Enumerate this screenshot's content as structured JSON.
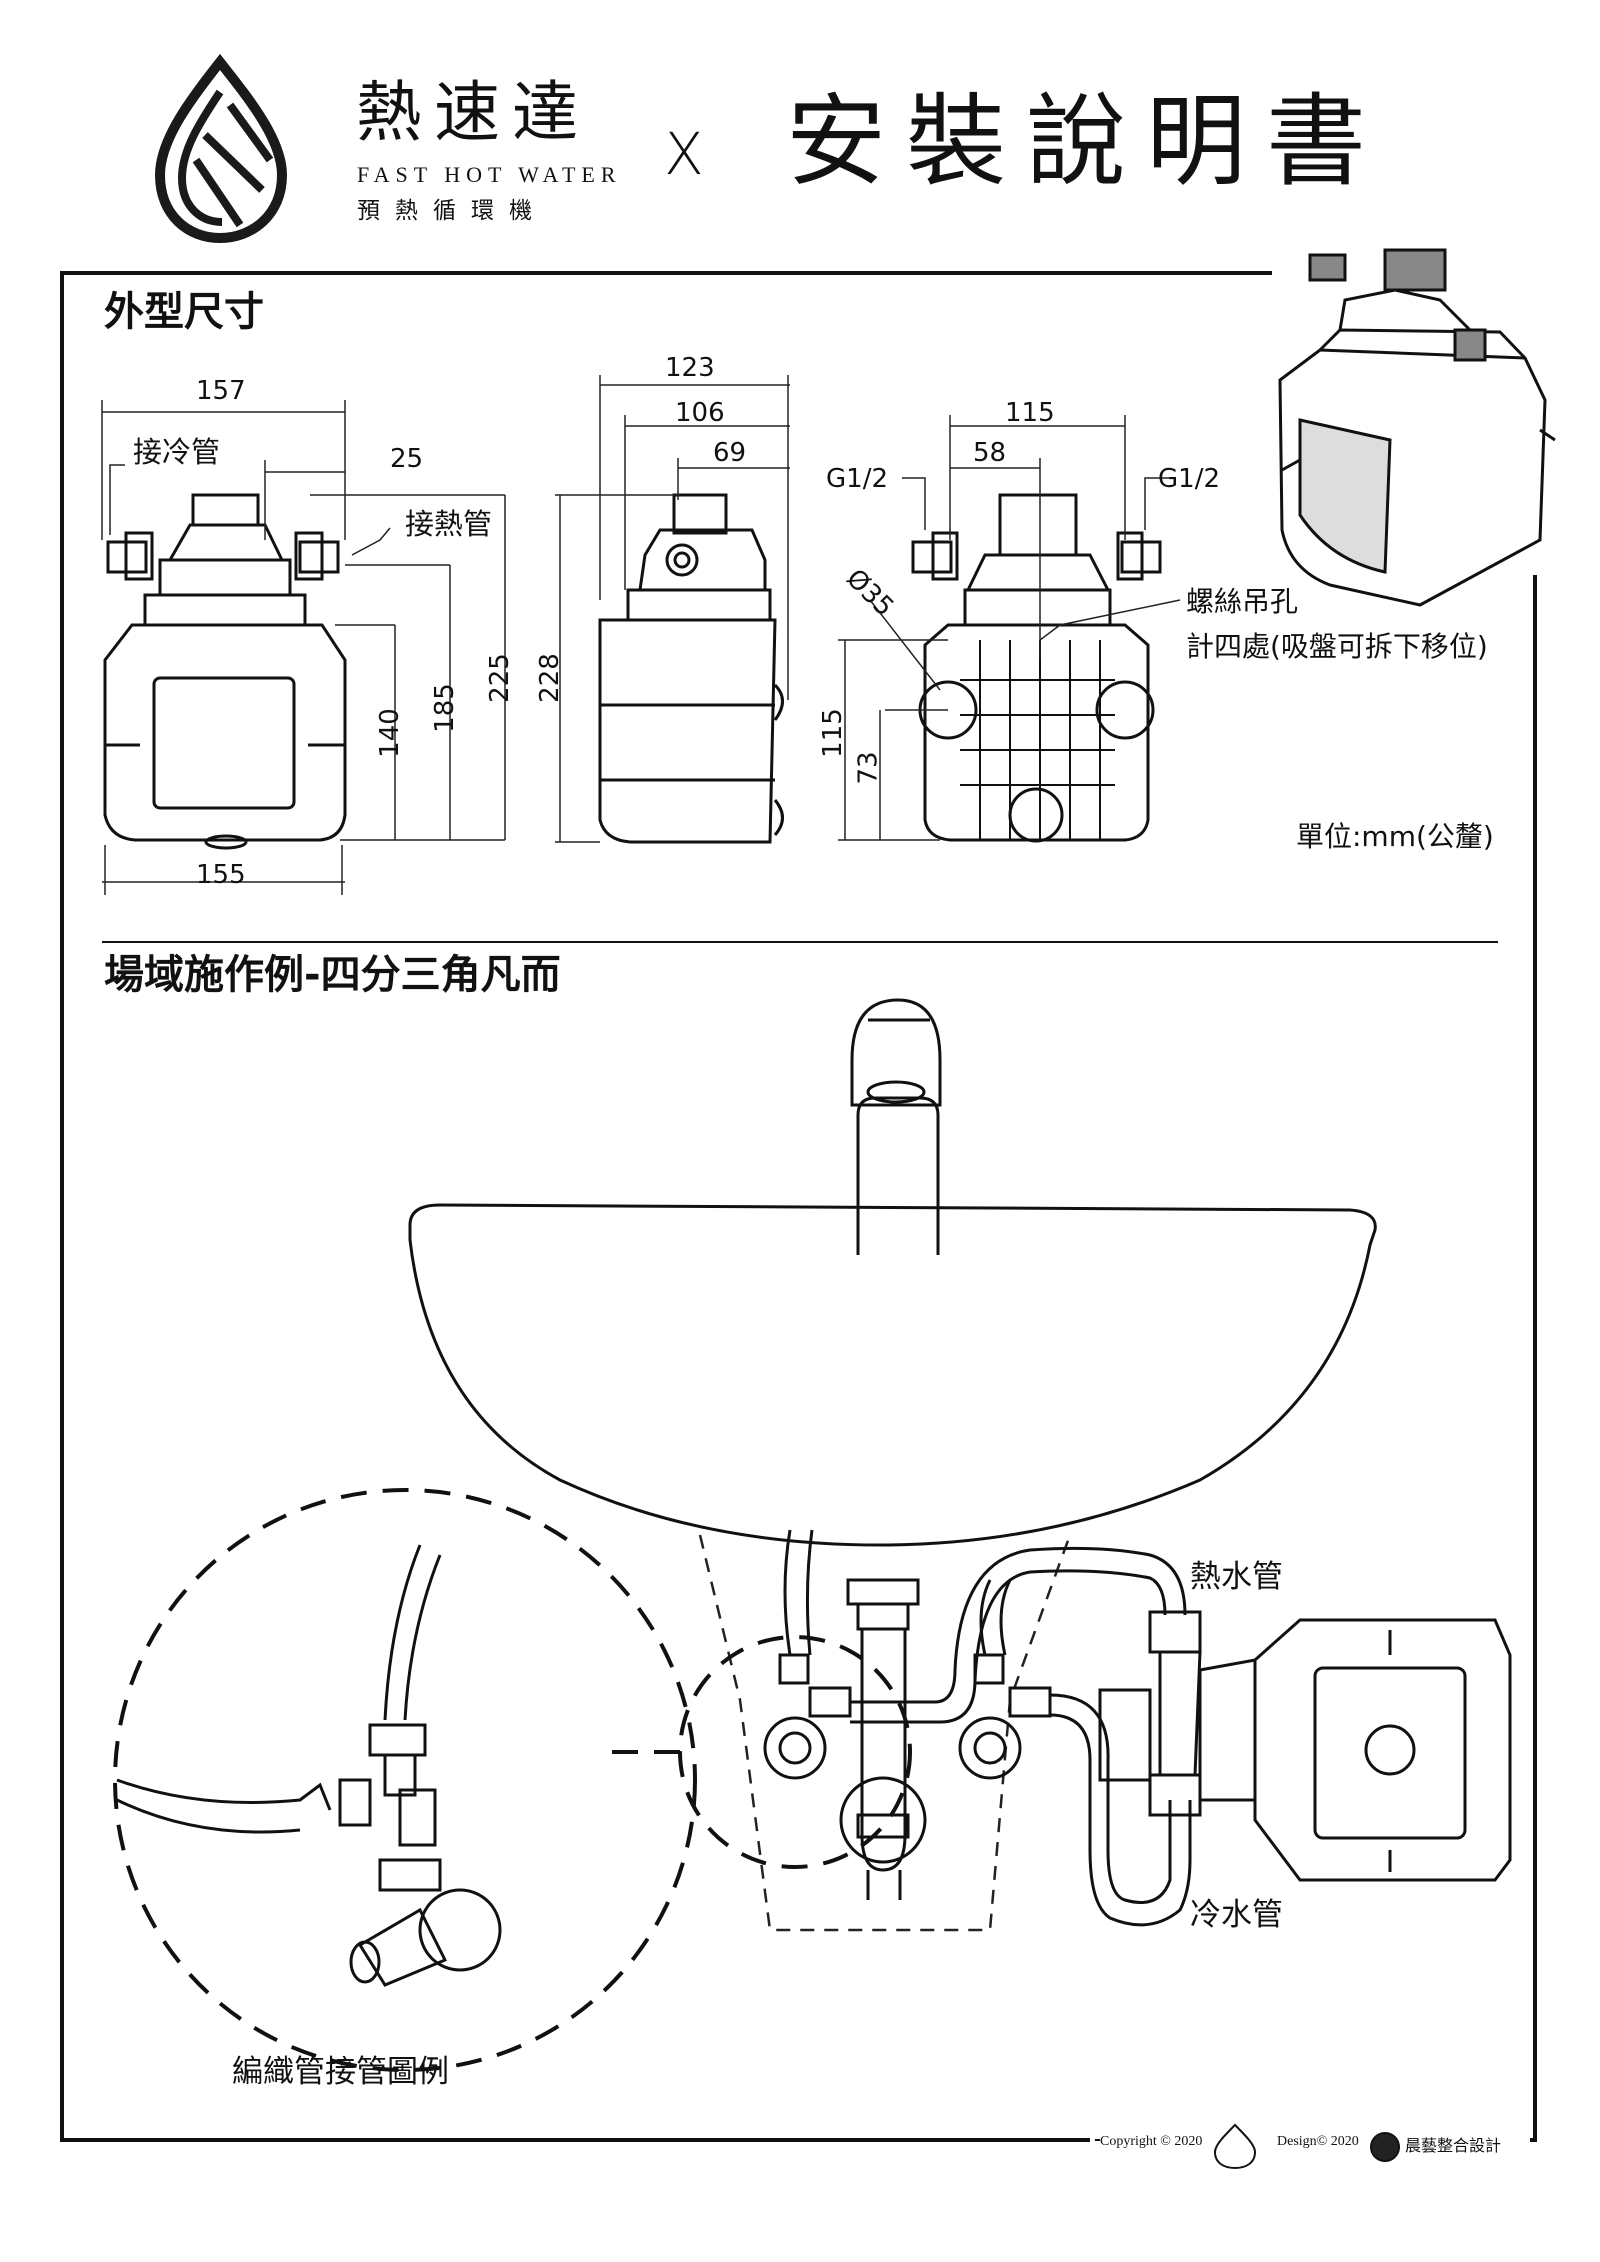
{
  "brand": {
    "name_cn": "熱速達",
    "name_en": "FAST HOT WATER",
    "subtitle_cn": "預熱循環機",
    "separator": "X"
  },
  "document_title": "安裝說明書",
  "dimensions_section": {
    "title": "外型尺寸",
    "front_view": {
      "width_top": "157",
      "cold_pipe_label": "接冷管",
      "offset": "25",
      "hot_pipe_label": "接熱管",
      "height_body": "140",
      "height_mid": "185",
      "height_total": "225",
      "width_bottom": "155"
    },
    "side_view": {
      "width_total": "123",
      "width_mid": "106",
      "width_small": "69",
      "height_total": "228"
    },
    "back_view": {
      "port_left": "G1/2",
      "port_right": "G1/2",
      "width_ports": "115",
      "width_mid": "58",
      "diameter": "Ø35",
      "hole_height": "115",
      "hole_height_small": "73",
      "screw_hole_label": "螺絲吊孔",
      "screw_hole_note": "計四處(吸盤可拆下移位)"
    },
    "unit_note": "單位:mm(公釐)"
  },
  "installation_section": {
    "title": "場域施作例-四分三角凡而",
    "hot_pipe_label": "熱水管",
    "cold_pipe_label": "冷水管",
    "detail_caption": "編織管接管圖例"
  },
  "footer": {
    "copyright": "Copyright © 2020",
    "design": "Design© 2020",
    "designer": "晨藝整合設計"
  }
}
